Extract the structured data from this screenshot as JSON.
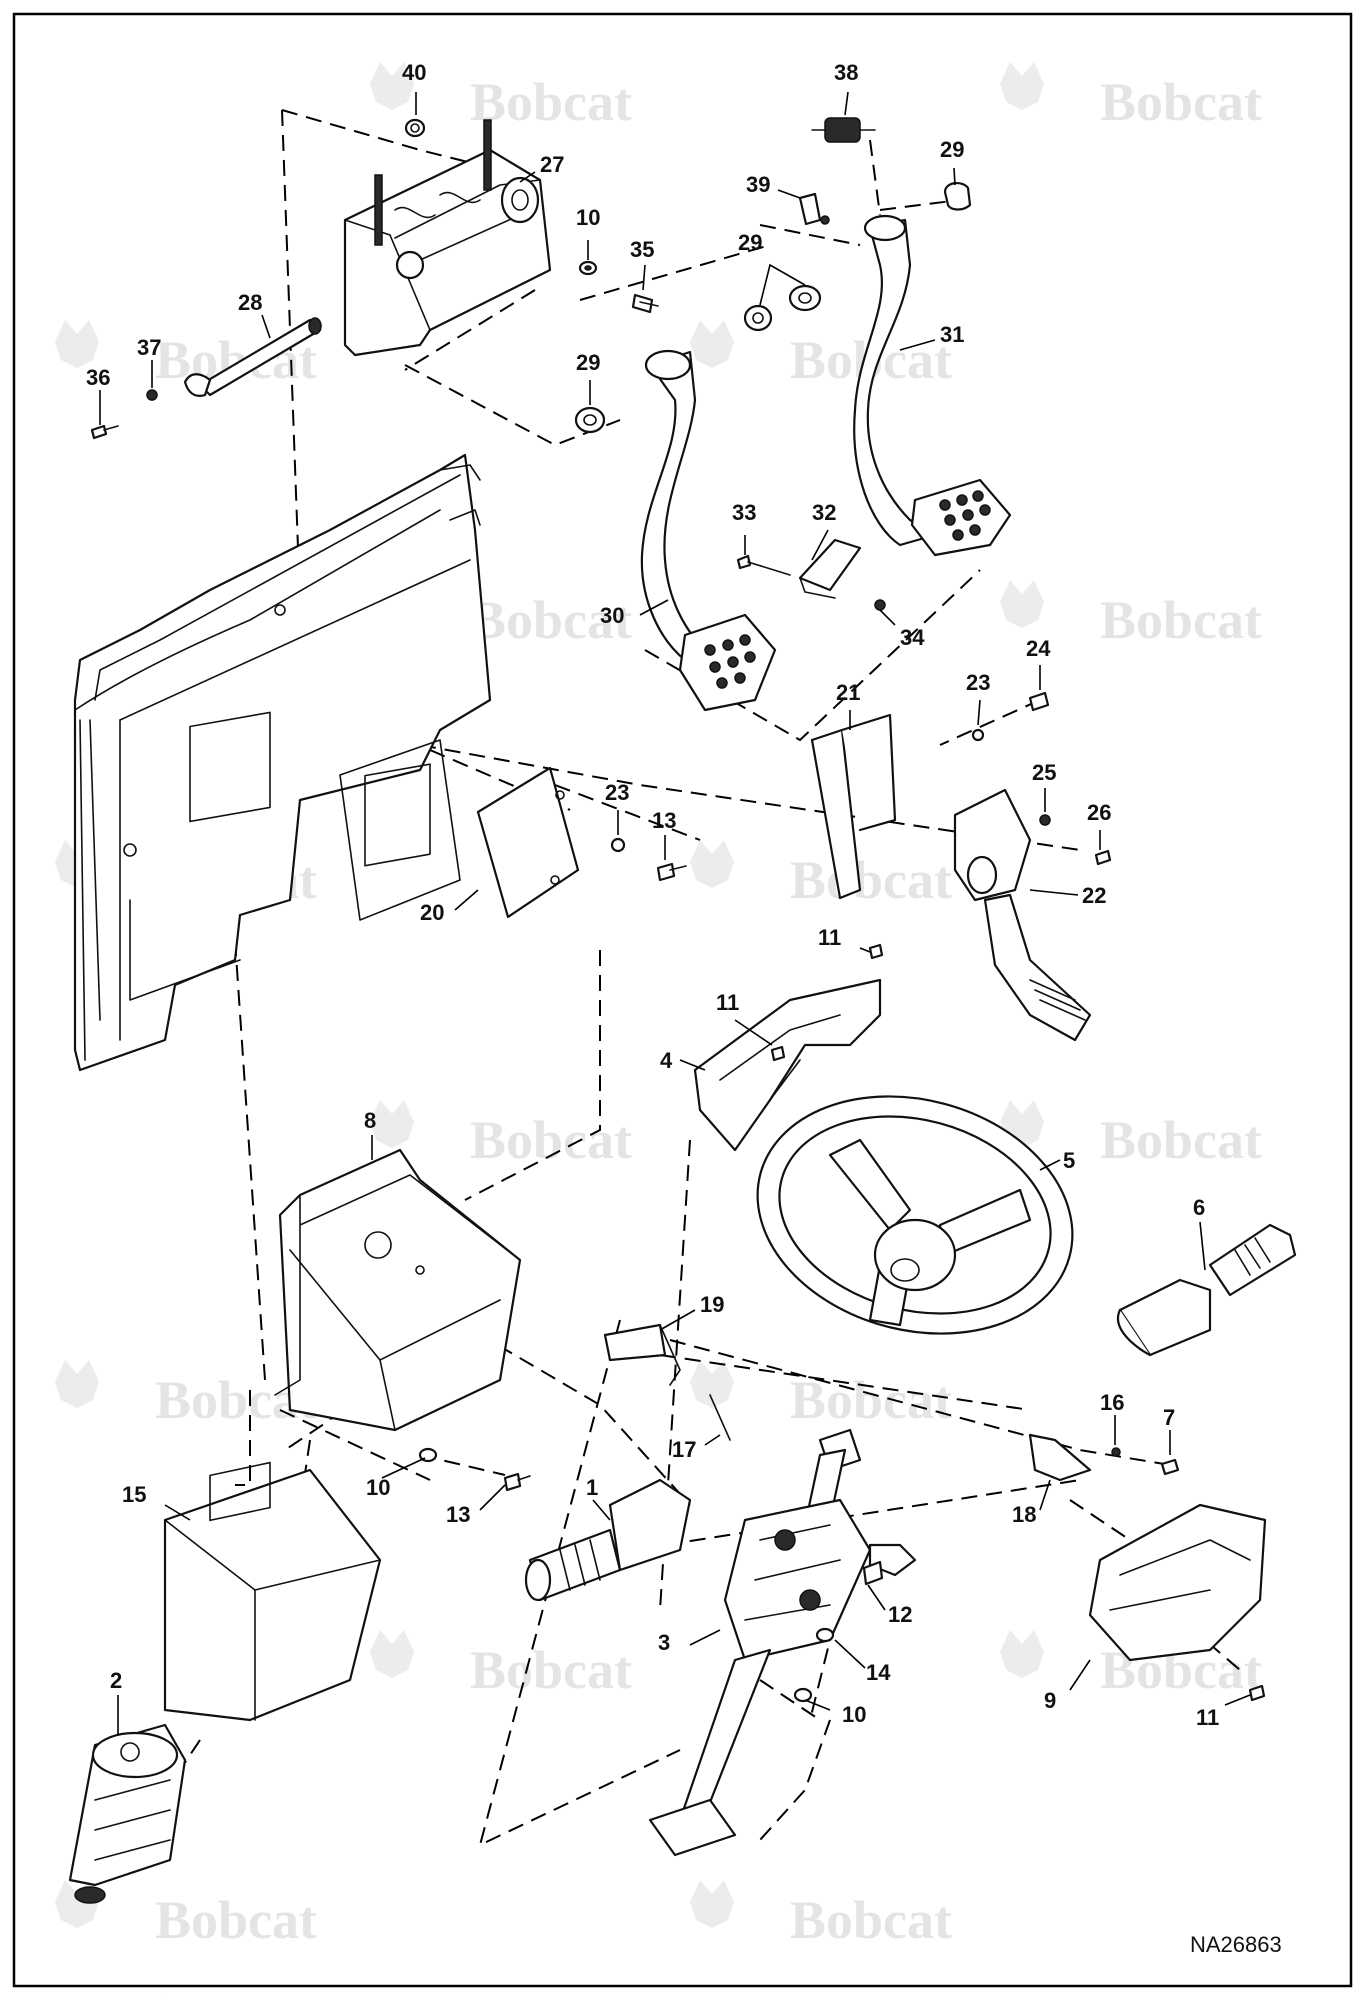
{
  "watermark": {
    "brand": "Bobcat"
  },
  "figure_id": "NA26863",
  "callouts": {
    "c1": "1",
    "c2": "2",
    "c3": "3",
    "c4": "4",
    "c5": "5",
    "c6": "6",
    "c7": "7",
    "c8": "8",
    "c9": "9",
    "c10a": "10",
    "c10b": "10",
    "c10c": "10",
    "c11a": "11",
    "c11b": "11",
    "c11c": "11",
    "c12": "12",
    "c13a": "13",
    "c13b": "13",
    "c14": "14",
    "c15": "15",
    "c16": "16",
    "c17": "17",
    "c18": "18",
    "c19": "19",
    "c20": "20",
    "c21": "21",
    "c22": "22",
    "c23a": "23",
    "c23b": "23",
    "c24": "24",
    "c25": "25",
    "c26": "26",
    "c27": "27",
    "c28": "28",
    "c29a": "29",
    "c29b": "29",
    "c29c": "29",
    "c30": "30",
    "c31": "31",
    "c32": "32",
    "c33": "33",
    "c34": "34",
    "c35": "35",
    "c36": "36",
    "c37": "37",
    "c38": "38",
    "c39": "39",
    "c40": "40"
  }
}
